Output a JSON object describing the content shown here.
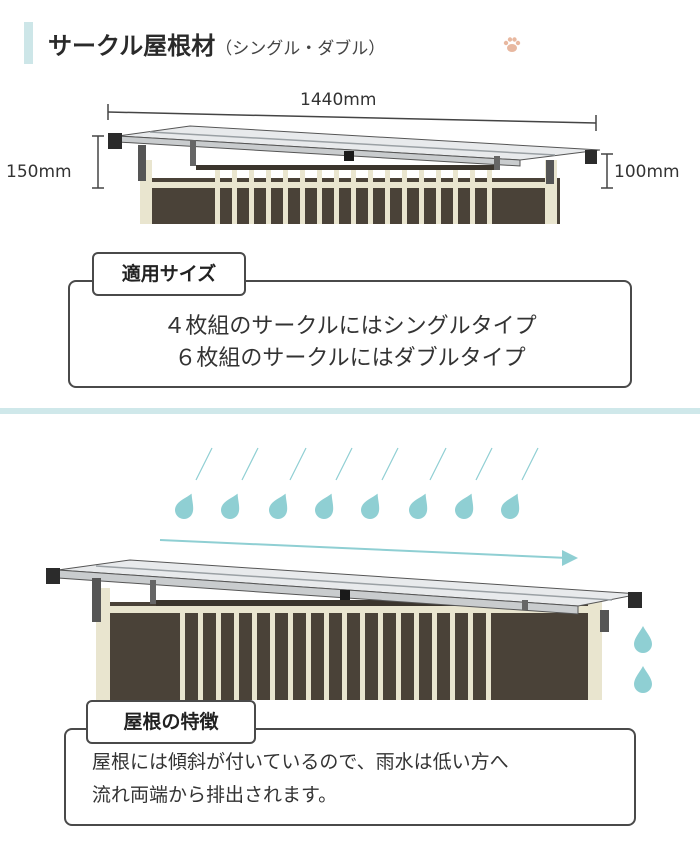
{
  "header": {
    "title": "サークル屋根材",
    "subtitle": "（シングル・ダブル）",
    "icon": "paw-icon"
  },
  "dimensions": {
    "width": "1440mm",
    "left_height": "150mm",
    "right_height": "100mm"
  },
  "size_box": {
    "tag": "適用サイズ",
    "line1": "４枚組のサークルにはシングルタイプ",
    "line2": "６枚組のサークルにはダブルタイプ"
  },
  "feature_box": {
    "tag": "屋根の特徴",
    "line1": "屋根には傾斜が付いているので、雨水は低い方へ",
    "line2": "流れ両端から排出されます。"
  },
  "colors": {
    "accent": "#cde6e8",
    "rain": "#8fcfd3",
    "border": "#4a4a4a",
    "paw": "#e8b8a0"
  }
}
